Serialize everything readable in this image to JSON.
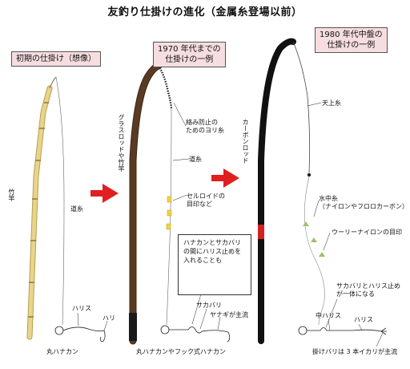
{
  "title": "友釣り仕掛けの進化（金属糸登場以前）",
  "panels": {
    "p1": {
      "label": "初期の仕掛け（想像）",
      "rod": "竹竿",
      "line": "道糸",
      "harisu": "ハリス",
      "hari": "ハリ",
      "hook_ring": "丸ハナカン"
    },
    "p2": {
      "label_line1": "1970 年代までの",
      "label_line2": "仕掛けの一例",
      "rod": "グラスロッドや竹竿",
      "twist_line1": "絡み防止の",
      "twist_line2": "ためのヨリ糸",
      "line": "道糸",
      "marker_line1": "セルロイドの",
      "marker_line2": "目印など",
      "note_line1": "ハナカンとサカバリ",
      "note_line2": "の間にハリス止めを",
      "note_line3": "入れることも",
      "sakabari": "サカバリ",
      "yanagi": "ヤナギが主流",
      "hook_ring": "丸ハナカンやフック式ハナカン"
    },
    "p3": {
      "label_line1": "1980 年代中盤の",
      "label_line2": "仕掛けの一例",
      "rod": "カーボンロッド",
      "tenjo": "天上糸",
      "suichu_line1": "水中糸",
      "suichu_line2": "（ナイロンやフロロカーボン）",
      "woolly": "ウーリーナイロンの目印",
      "sakabari_line1": "サカバリとハリス止め",
      "sakabari_line2": "が一体になる",
      "chuharisu": "中ハリス",
      "harisu": "ハリス",
      "kakebari": "掛けバリは 3 本イカリが主流"
    }
  },
  "colors": {
    "arrow": "#e02020",
    "bamboo": "#e8d48a",
    "glass_rod": "#5a3a22",
    "carbon_rod": "#111111",
    "label_bg": "#f6dde0",
    "marker_yellow": "#f2d53a",
    "marker_green": "#9cc26a",
    "rod_red_band": "#d42020"
  }
}
